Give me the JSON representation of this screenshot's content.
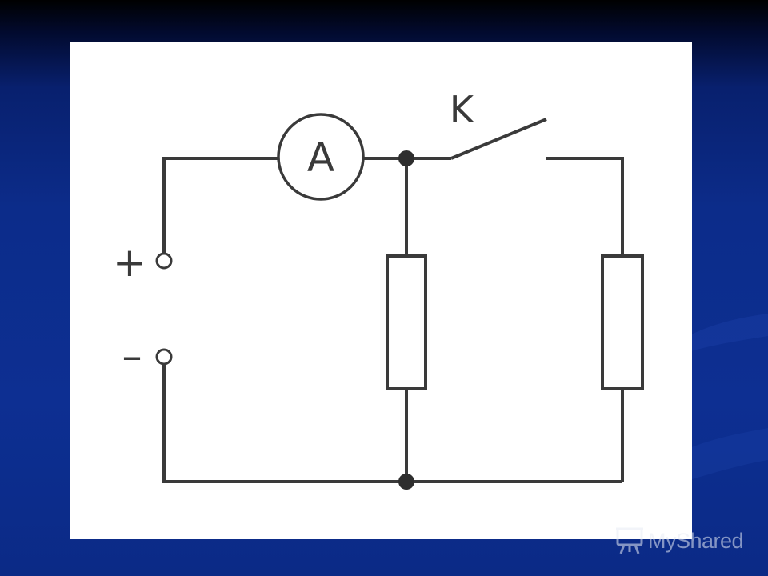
{
  "colors": {
    "background": "#0c2c8a",
    "panel": "#ffffff",
    "wire": "#3a3a3a",
    "watermark": "#e8ecf5"
  },
  "circuit": {
    "ammeter_label": "A",
    "switch_label": "K",
    "positive_terminal_label": "+",
    "negative_terminal_label": "–",
    "switch_state": "open"
  },
  "watermark": {
    "text": "MyShared",
    "icon": "presentation-board-icon"
  }
}
